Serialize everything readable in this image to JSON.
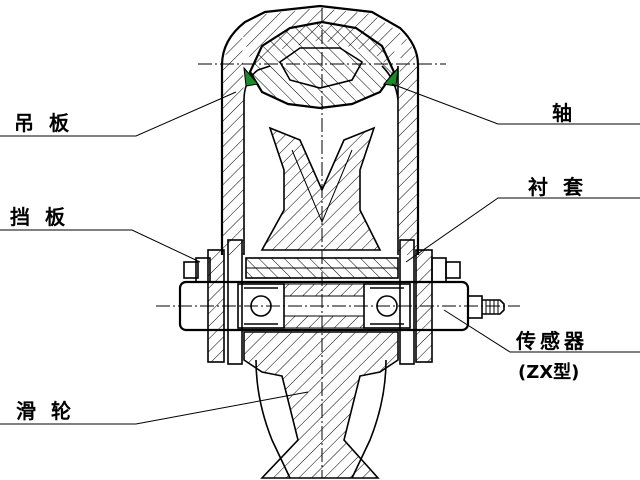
{
  "labels": {
    "hanger_plate": "吊 板",
    "shaft": "轴",
    "bushing": "衬 套",
    "baffle_plate": "挡 板",
    "sensor": "传感器",
    "sensor_model": "(ZX型)",
    "pulley": "滑 轮"
  },
  "colors": {
    "line": "#000000",
    "weld_fill": "#1a8a2a",
    "background": "#ffffff"
  }
}
